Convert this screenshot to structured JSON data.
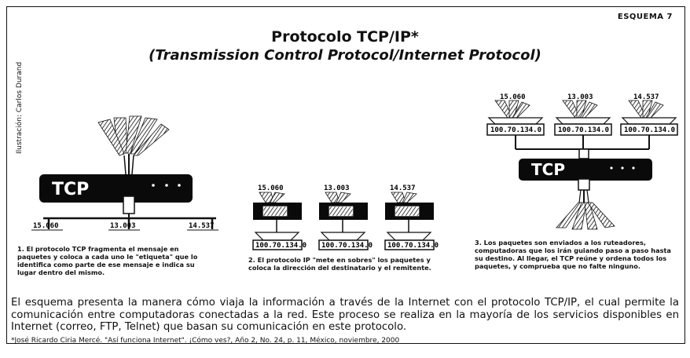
{
  "header": {
    "label": "ESQUEMA 7",
    "title": "Protocolo TCP/IP*",
    "subtitle": "(Transmission Control Protocol/Internet Protocol)"
  },
  "credit": "Ilustración: Carlos Durand",
  "diagram": {
    "tcp_label": "TCP",
    "stage1": {
      "tags": [
        "15.060",
        "13.003",
        "14.537"
      ],
      "caption": "1. El protocolo TCP fragmenta el mensaje en paquetes y coloca a cada uno le \"etiqueta\" que lo identifica como parte de ese mensaje e indica su lugar dentro del mismo."
    },
    "stage2": {
      "tags": [
        "15.060",
        "13.003",
        "14.537"
      ],
      "address": "100.70.134.0",
      "caption": "2. El protocolo IP \"mete en sobres\" los paquetes y coloca la dirección del destinatario y el remitente."
    },
    "stage3": {
      "tags": [
        "15.060",
        "13.003",
        "14.537"
      ],
      "address": "100.70.134.0",
      "caption": "3. Los paquetes son enviados a los ruteadores, computadoras que los irán guiando paso a paso hasta su destino. Al llegar, el TCP reúne y ordena todos los paquetes, y comprueba que no falte ninguno."
    }
  },
  "body_text": "El esquema presenta la manera cómo viaja la información a través de la Internet con el protocolo TCP/IP, el cual permite la comunicación entre computadoras conectadas a la red. Este proceso se realiza en la mayoría de los servicios disponibles en Internet (correo, FTP, Telnet) que basan su comunicación en este protocolo.",
  "footnote": "*José Ricardo Ciria Mercé. \"Así funciona Internet\". ¡Cómo ves?, Año 2, No. 24, p. 11, México, noviembre, 2000"
}
